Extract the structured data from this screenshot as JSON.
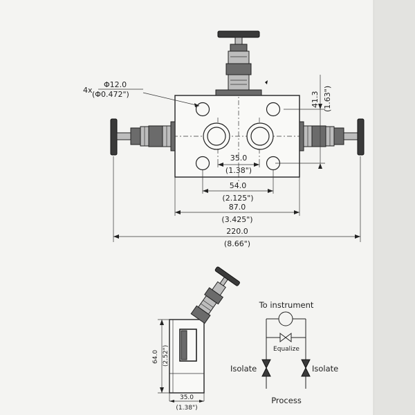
{
  "main_view": {
    "holes_label_prefix": "4x",
    "holes_diameter_mm": "Φ12.0",
    "holes_diameter_in": "(Φ0.472\")",
    "height_mm": "41.3",
    "height_in": "(1.63\")",
    "pitch_mm": "35.0",
    "pitch_in": "(1.38\")",
    "hole_spacing_mm": "54.0",
    "hole_spacing_in": "(2.125\")",
    "body_width_mm": "87.0",
    "body_width_in": "(3.425\")",
    "overall_width_mm": "220.0",
    "overall_width_in": "(8.66\")"
  },
  "side_view": {
    "height_mm": "64.0",
    "height_in": "(2.52\")",
    "width_mm": "35.0",
    "width_in": "(1.38\")"
  },
  "schematic": {
    "to_instrument": "To instrument",
    "equalize": "Equalize",
    "isolate_left": "Isolate",
    "isolate_right": "Isolate",
    "process": "Process"
  }
}
